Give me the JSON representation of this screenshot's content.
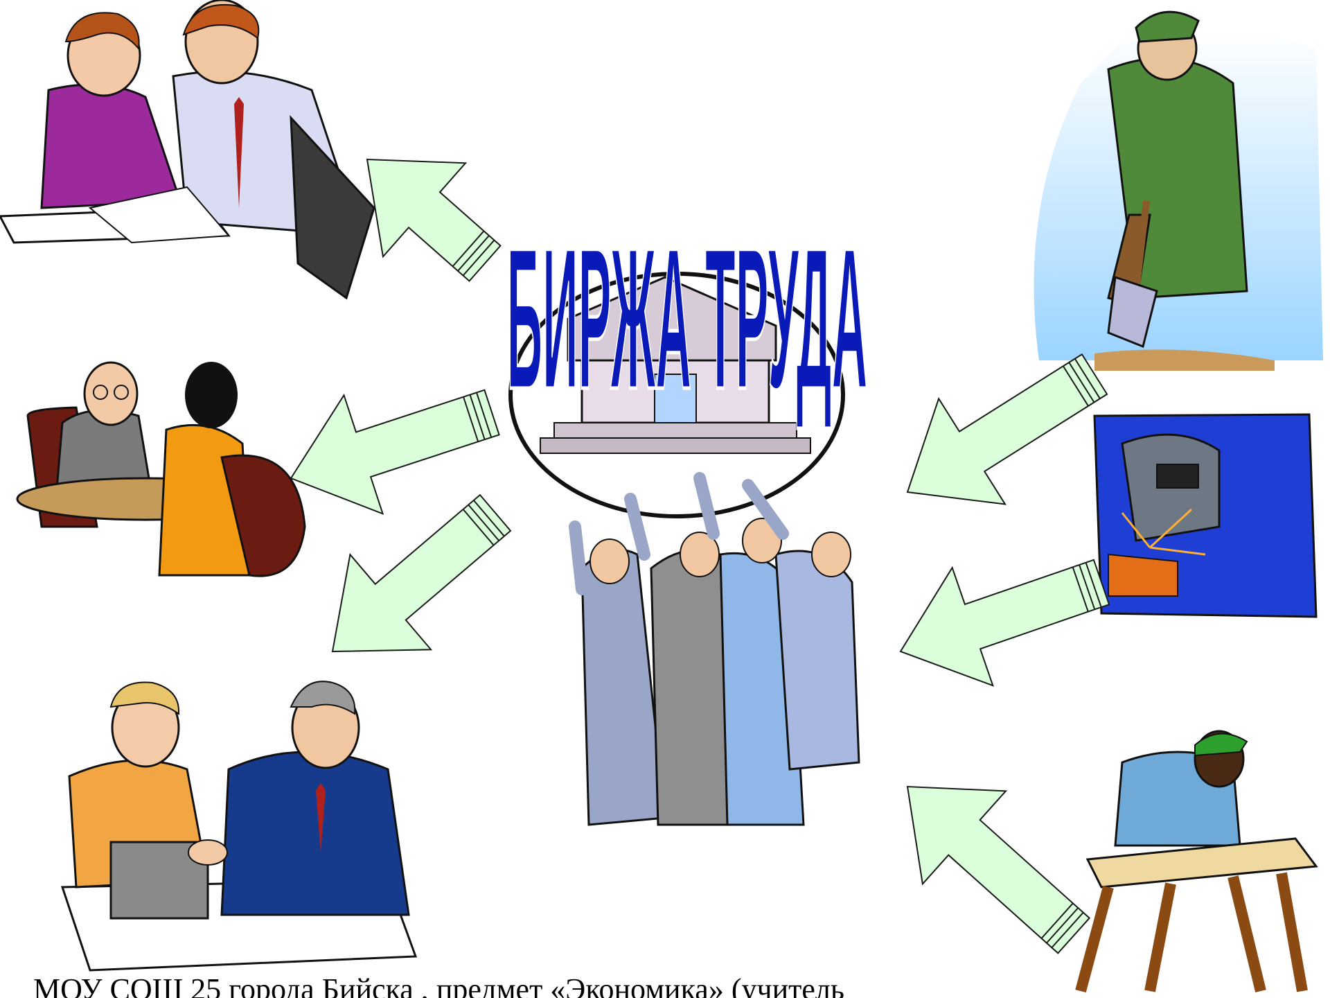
{
  "title": "БИРЖА ТРУДА",
  "footer": "МОУ СОШ 25 города Бийска , предмет «Экономика» (учитель",
  "colors": {
    "title": "#0a1ab8",
    "arrow_fill": "#dbffdb",
    "arrow_stroke": "#1a1a1a"
  },
  "illustrations": {
    "left": [
      "office-colleagues-with-document",
      "interview-at-desk",
      "handshake-at-laptop"
    ],
    "center": [
      "exchange-building",
      "crowd-raising-hands"
    ],
    "right": [
      "digging-worker",
      "welder",
      "carpenter-sawing"
    ]
  }
}
